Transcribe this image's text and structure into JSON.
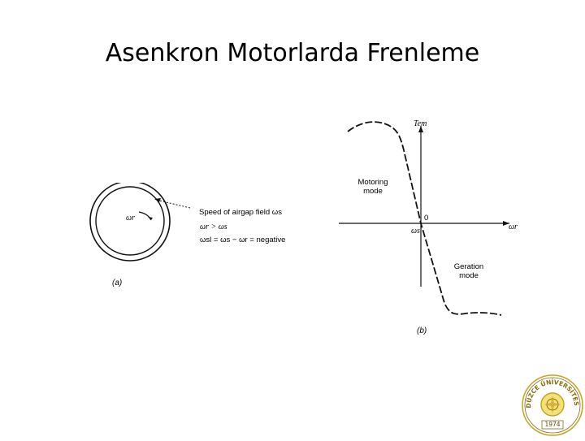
{
  "slide": {
    "title": "Asenkron Motorlarda Frenleme"
  },
  "figure_a": {
    "rotor_speed_label": "ωr",
    "airgap_label": "Speed of airgap field ωs",
    "speed_relation": "ωr > ωs",
    "slip_relation": "ωsl = ωs − ωr = negative",
    "caption": "(a)"
  },
  "figure_b": {
    "torque_axis_label": "Tem",
    "speed_axis_label": "ωr",
    "origin_label": "0",
    "sync_speed_label": "ωs",
    "motoring_label_1": "Motoring",
    "motoring_label_2": "mode",
    "generation_label_1": "Geration",
    "generation_label_2": "mode",
    "caption": "(b)"
  },
  "logo": {
    "arc_text": "DÜZCE ÜNİVERSİTESİ",
    "year": "1974",
    "colors": {
      "ring": "#c8a21d",
      "center": "#f2e27a",
      "outline": "#8a6b10"
    }
  }
}
